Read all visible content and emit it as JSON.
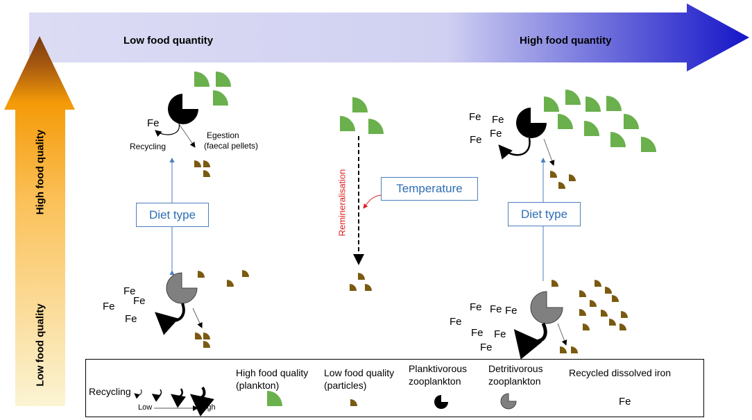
{
  "axes": {
    "quantity_low": "Low food quantity",
    "quantity_high": "High food quantity",
    "quality_high": "High food quality",
    "quality_low": "Low food quality"
  },
  "left_top": {
    "fe": "Fe",
    "recycling": "Recycling",
    "egestion_line1": "Egestion",
    "egestion_line2": "(faecal pellets)"
  },
  "diet_type_label": "Diet type",
  "temperature_label": "Temperature",
  "remineralisation_label": "Remineralisation",
  "fe": "Fe",
  "legend": {
    "recycling": "Recycling",
    "low": "Low",
    "high": "High",
    "high_quality_line1": "High food quality",
    "high_quality_line2": "(plankton)",
    "low_quality_line1": "Low food quality",
    "low_quality_line2": "(particles)",
    "planktivorous_line1": "Planktivorous",
    "planktivorous_line2": "zooplankton",
    "detritivorous_line1": "Detritivorous",
    "detritivorous_line2": "zooplankton",
    "iron_label": "Recycled dissolved iron",
    "iron_symbol": "Fe"
  },
  "colors": {
    "plankton_green": "#6ab04c",
    "particle_brown": "#7a5a10",
    "planktivore_black": "#000000",
    "detritivore_grey": "#808080",
    "diet_box_border": "#4a7ebb",
    "remineralisation_red": "#e02020"
  }
}
